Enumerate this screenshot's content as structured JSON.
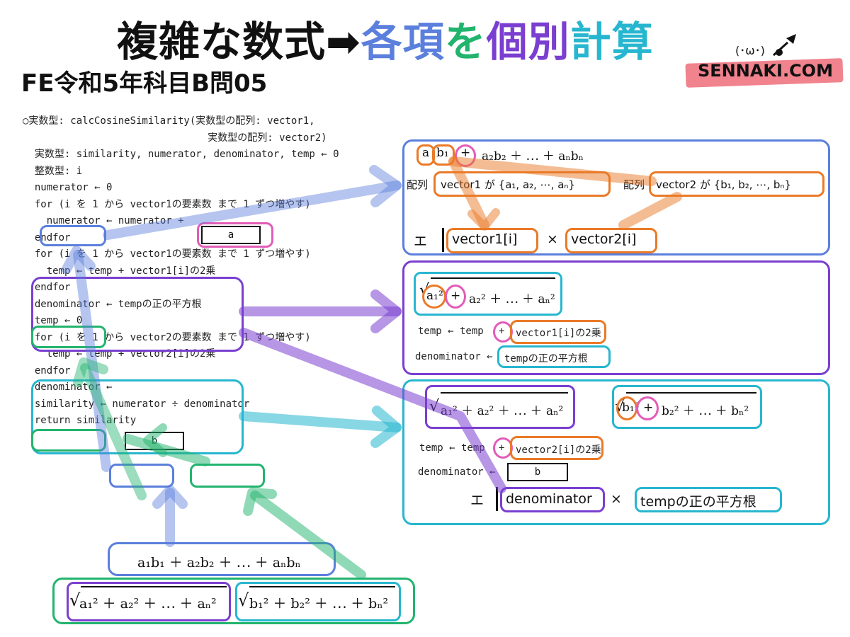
{
  "header": {
    "title_black": "複雑な数式",
    "title_arrow": "➡",
    "title_blue": "各項",
    "title_green": "を",
    "title_purple": "個別",
    "title_cyan": "計算",
    "subtitle": "FE令和5年科目B問05",
    "site": "SENNAKI.COM",
    "face": "(･ω･)"
  },
  "code": {
    "lines": [
      "○実数型: calcCosineSimilarity(実数型の配列: vector1,",
      "                               実数型の配列: vector2)",
      "  実数型: similarity, numerator, denominator, temp ← 0",
      "  整数型: i",
      "  numerator ← 0",
      "",
      "  for (i を 1 から vector1の要素数 まで 1 ずつ増やす)",
      "    numerator ← numerator +",
      "  endfor",
      "",
      "  for (i を 1 から vector1の要素数 まで 1 ずつ増やす)",
      "    temp ← temp + vector1[i]の2乗",
      "  endfor",
      "  denominator ← tempの正の平方根",
      "",
      "  temp ← 0",
      "  for (i を 1 から vector2の要素数 まで 1 ずつ増やす)",
      "    temp ← temp + vector2[i]の2乗",
      "  endfor",
      "  denominator ←",
      "",
      "  similarity ← numerator ÷ denominator",
      "  return similarity"
    ],
    "blank_a": "a",
    "blank_b": "b"
  },
  "panel1": {
    "formula_a1": "a",
    "formula_b1": "b₁",
    "formula_plus": "+",
    "formula_rest": "a₂b₂ ＋ ⋯ ＋ aₙbₙ",
    "array_label1": "配列",
    "vector1_def": "vector1 が {a₁, a₂, ⋯, aₙ}",
    "array_label2": "配列",
    "vector2_def": "vector2 が {b₁, b₂, ⋯, bₙ}",
    "choice_label": "エ",
    "choice_v1": "vector1[i]",
    "choice_times": "×",
    "choice_v2": "vector2[i]"
  },
  "panel2": {
    "sqrt_a1": "a₁²",
    "sqrt_plus": "+",
    "sqrt_rest": "a₂² ＋ ⋯ ＋ aₙ²",
    "temp_line_prefix": "temp ← temp",
    "temp_plus": "+",
    "temp_term": "vector1[i]の2乗",
    "denom_prefix": "denominator ←",
    "denom_term": "tempの正の平方根"
  },
  "panel3": {
    "sqrt_a": "a₁² ＋ a₂² ＋ ⋯ ＋ aₙ²",
    "sqrt_b1": "b₁²",
    "sqrt_b_plus": "+",
    "sqrt_b_rest": "b₂² ＋ ⋯ ＋ bₙ²",
    "temp_line_prefix": "temp ← temp",
    "temp_plus": "+",
    "temp_term": "vector2[i]の2乗",
    "denom_prefix": "denominator ←",
    "denom_blank": "b",
    "choice_label": "エ",
    "choice_denominator": "denominator",
    "choice_times": "×",
    "choice_sqrt": "tempの正の平方根"
  },
  "bottom": {
    "numerator_formula": "a₁b₁ ＋ a₂b₂ ＋ ⋯ ＋ aₙbₙ",
    "sqrt_a": "a₁² ＋ a₂² ＋ ⋯ ＋ aₙ²",
    "sqrt_b": "b₁² ＋ b₂² ＋ ⋯ ＋ bₙ²"
  },
  "colors": {
    "blue": "#5b7fdc",
    "green": "#22b46e",
    "purple": "#7a3fd0",
    "cyan": "#27b6cf",
    "orange": "#ea7a28",
    "pink": "#e25cb8"
  }
}
